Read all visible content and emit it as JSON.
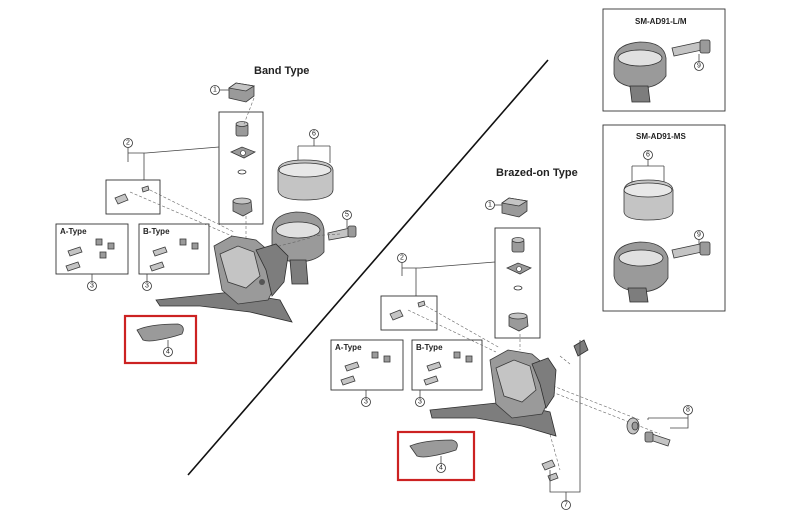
{
  "band": {
    "title": "Band Type",
    "a_type": "A-Type",
    "b_type": "B-Type",
    "callouts": [
      "1",
      "2",
      "6",
      "5",
      "3",
      "3",
      "4"
    ]
  },
  "brazed": {
    "title": "Brazed-on Type",
    "a_type": "A-Type",
    "b_type": "B-Type",
    "callouts": [
      "1",
      "2",
      "3",
      "3",
      "4",
      "8",
      "7"
    ]
  },
  "inset_lm": {
    "title": "SM-AD91-L/M",
    "callout": "9"
  },
  "inset_ms": {
    "title": "SM-AD91-MS",
    "callouts": [
      "6",
      "9"
    ]
  },
  "colors": {
    "highlight": "#cc2222",
    "line": "#333333",
    "part_fill": "#9a9a9a"
  }
}
